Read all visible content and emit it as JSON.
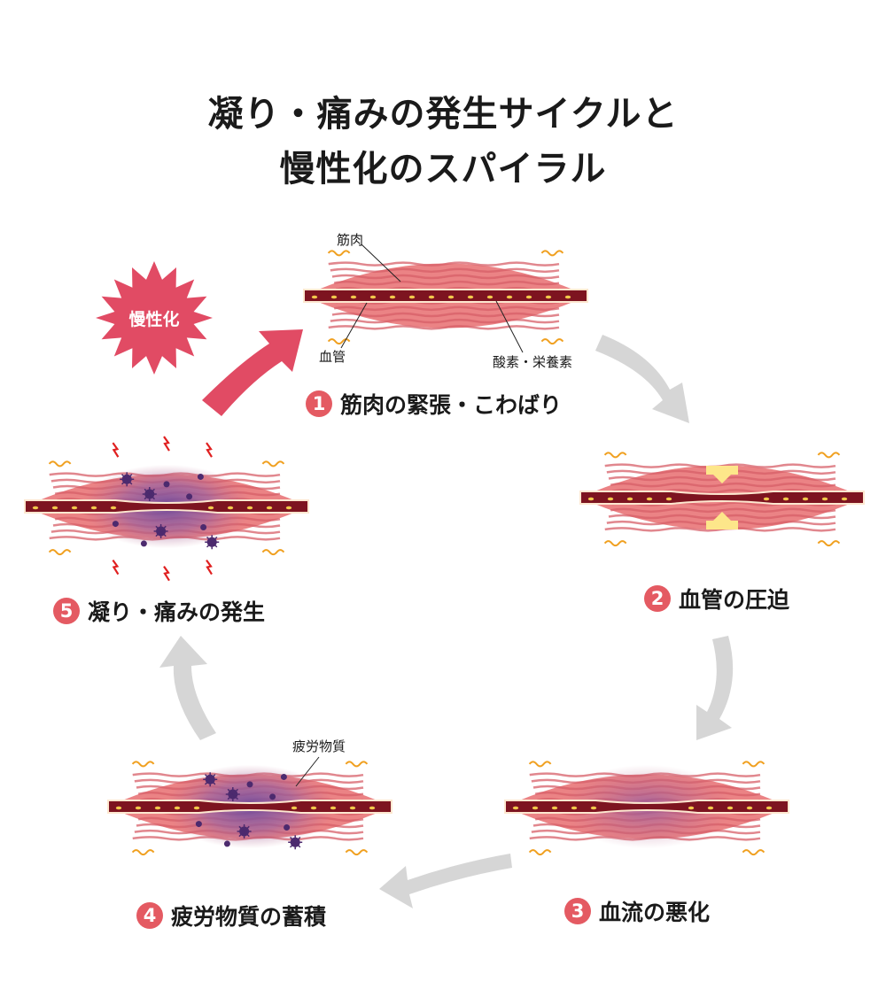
{
  "title": {
    "line1": "凝り・痛みの発生サイクルと",
    "line2": "慢性化のスパイラル"
  },
  "burst_label": "慢性化",
  "steps": [
    {
      "num": "1",
      "label": "筋肉の緊張・こわばり"
    },
    {
      "num": "2",
      "label": "血管の圧迫"
    },
    {
      "num": "3",
      "label": "血流の悪化"
    },
    {
      "num": "4",
      "label": "疲労物質の蓄積"
    },
    {
      "num": "5",
      "label": "凝り・痛みの発生"
    }
  ],
  "annotations": {
    "muscle": "筋肉",
    "vessel": "血管",
    "oxygen": "酸素・栄養素",
    "fatigue": "疲労物質"
  },
  "colors": {
    "muscle": "#eb8385",
    "muscle_stripe": "#d75f68",
    "vessel": "#7d1420",
    "accent": "#e45a62",
    "arrow_gray": "#d6d6d6",
    "compress": "#fde68a",
    "fatigue": "#4c2a6e"
  }
}
